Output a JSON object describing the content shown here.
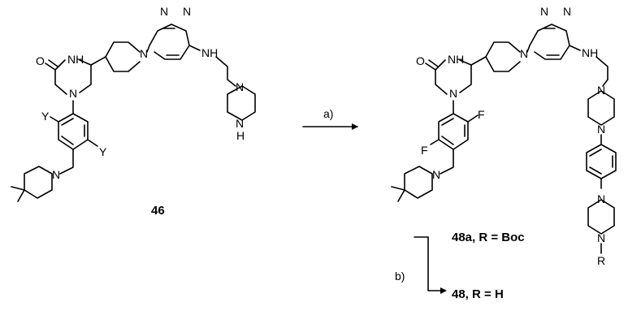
{
  "atoms": {
    "N": "N",
    "O": "O",
    "F": "F",
    "Y": "Y",
    "NH": "NH",
    "H": "H",
    "R": "R"
  },
  "compounds": {
    "reactant": "46",
    "intermediate": "48a, R = Boc",
    "product": "48, R = H"
  },
  "steps": {
    "a": "a)",
    "b": "b)"
  }
}
